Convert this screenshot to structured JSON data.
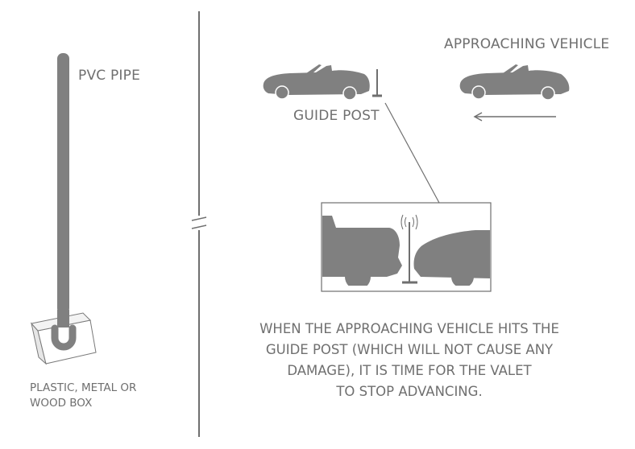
{
  "labels": {
    "pvc_pipe": "PVC PIPE",
    "box_line1": "PLASTIC, METAL OR",
    "box_line2": "WOOD BOX",
    "approaching_vehicle": "APPROACHING VEHICLE",
    "guide_post": "GUIDE POST"
  },
  "caption": {
    "line1": "WHEN THE APPROACHING VEHICLE HITS THE",
    "line2": "GUIDE POST (WHICH WILL NOT CAUSE ANY",
    "line3": "DAMAGE), IT IS TIME FOR THE VALET",
    "line4": "TO STOP ADVANCING."
  },
  "colors": {
    "shape": "#808080",
    "line": "#6f6f6f",
    "text": "#6f6f6f",
    "box_top": "#ffffff",
    "box_side": "#e6e6e6"
  }
}
